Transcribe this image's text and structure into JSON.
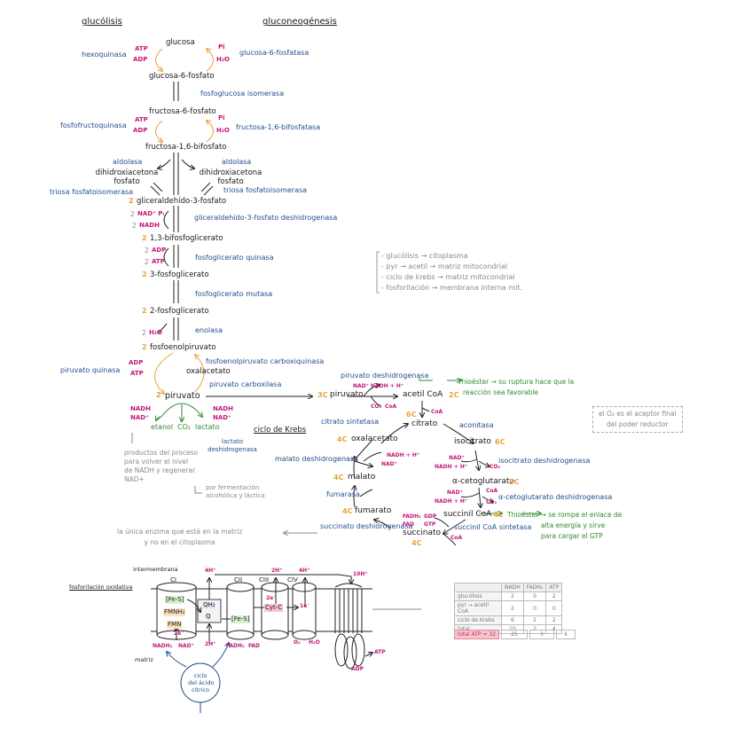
{
  "headers": {
    "glycolysis": "glucólisis",
    "gluconeogenesis": "gluconeogénesis"
  },
  "glycolysis": {
    "metabolites": [
      "glucosa",
      "glucosa-6-fosfato",
      "fructosa-6-fosfato",
      "fructosa-1,6-bifosfato",
      "dihidroxiacetona fosfato",
      "dihidroxiacetona fosfato",
      "gliceraldehído-3-fosfato",
      "1,3-bifosfoglicerato",
      "3-fosfoglicerato",
      "2-fosfoglicerato",
      "fosfoenolpiruvato",
      "oxalacetato",
      "piruvato"
    ],
    "enzymes": {
      "hexoquinasa": "hexoquinasa",
      "glucosa6fosfatasa": "glucosa-6-fosfatasa",
      "fosfoglucosa_isomerasa": "fosfoglucosa isomerasa",
      "fosfofructoquinasa": "fosfofructoquinasa",
      "fructosa16bisfosfatasa": "fructosa-1,6-bifosfatasa",
      "aldolasa": "aldolasa",
      "triosa_isomerasa": "triosa fosfatoisomerasa",
      "gapdh": "gliceraldehído-3-fosfato deshidrogenasa",
      "pgk": "fosfoglicerato quinasa",
      "pgm": "fosfoglicerato mutasa",
      "enolasa": "enolasa",
      "pepck": "fosfoenolpiruvato carboxiquinasa",
      "piruvato_quinasa": "piruvato quinasa",
      "piruvato_carboxilasa": "piruvato carboxilasa",
      "lactato_dh": "lactato deshidrogenasa"
    },
    "cofactors": {
      "atp": "ATP",
      "adp": "ADP",
      "pi": "Pi",
      "h2o": "H₂O",
      "nad_pi": "NAD⁺ Pᵢ",
      "nadh": "NADH",
      "nadp": "NAD⁺",
      "two": "2"
    },
    "fermentation": {
      "ethanol": "etanol",
      "co2": "CO₂",
      "lactate": "lactato"
    },
    "notes": {
      "products": [
        "productos del proceso",
        "para volver el nivel",
        "de NADH y regenerar",
        "NAD+"
      ],
      "fermentation": [
        "por fermentación",
        "alcohólica y láctica"
      ]
    }
  },
  "location_notes": [
    "- glucólisis → citoplasma",
    "- pyr → acetil → matriz mitocondrial",
    "- ciclo de krebs → matriz mitocondrial",
    "- fosforilación → membrana interna mit."
  ],
  "o2_note": [
    "el O₂ es el aceptor final",
    "del poder reductor"
  ],
  "krebs": {
    "title": "ciclo de Krebs",
    "metabolites": {
      "piruvato": "piruvato",
      "acetil": "acetil CoA",
      "citrato": "citrato",
      "isocitrato": "isocitrato",
      "akg": "α-cetoglutarato",
      "succoa": "succinil CoA",
      "succinato": "succinato",
      "fumarato": "fumarato",
      "malato": "malato",
      "oxalacetato": "oxalacetato"
    },
    "carbons": {
      "piruvato": "3C",
      "acetil": "2C",
      "citrato": "6C",
      "isocitrato": "6C",
      "akg": "5C",
      "succoa": "4C",
      "succinato": "4C",
      "fumarato": "4C",
      "malato": "4C",
      "oxalacetato": "4C"
    },
    "enzymes": {
      "pdh": "piruvato deshidrogenasa",
      "cs": "citrato sintetasa",
      "acon": "aconitasa",
      "idh": "isocitrato deshidrogenasa",
      "akgdh": "α-cetoglutarato deshidrogenasa",
      "scs": "succinil CoA sintetasa",
      "sdh": "succinato deshidrogenasa",
      "fum": "fumarasa",
      "mdh": "malato deshidrogenasa"
    },
    "cofactors": {
      "nad": "NAD⁺",
      "nadh": "NADH + H⁺",
      "co2": "CO₂",
      "coa": "CoA",
      "fadh2": "FADH₂",
      "fad": "FAD",
      "gdp": "GDP",
      "gtp": "GTP"
    },
    "notes": {
      "acetil": [
        "Thioéster → su ruptura hace que la",
        "reacción sea favorable"
      ],
      "succoa": [
        "Thioéster → se rompe el enlace de",
        "alta energía y sirve",
        "para cargar el GTP"
      ],
      "sdh": [
        "la única enzima que está en la matriz",
        "y no en el citoplasma"
      ]
    }
  },
  "etc": {
    "title": "fosforilación oxidativa",
    "intermembrana": "intermembrana",
    "matriz": "matriz",
    "complexes": [
      "CI",
      "CII",
      "CIII",
      "CIV"
    ],
    "labels": {
      "fes1": "[Fe-S]",
      "fmnh2": "FMNH₂",
      "fmn": "FMN",
      "qh2": "QH₂",
      "q": "Q",
      "fes2": "[Fe-S]",
      "cytc": "Cyt-C",
      "e2a": "2e⁻",
      "e2b": "2e⁻",
      "e1": "1e⁻"
    },
    "protons": {
      "ci": "4H⁺",
      "ciii": "2H⁺",
      "civ": "4H⁺",
      "atpsyn": "10H⁺",
      "q": "2H⁺"
    },
    "substrates": {
      "nadh": "NADH₂",
      "nad": "NAD⁺",
      "fadh2": "FADH₂",
      "fad": "FAD",
      "o2": "O₂",
      "h2o": "H₂O",
      "atp": "ATP",
      "adp": "ADP"
    },
    "cycle": [
      "ciclo",
      "del ácido",
      "cítrico"
    ]
  },
  "summary": {
    "columns": [
      "",
      "NADH",
      "FADH₂",
      "ATP"
    ],
    "rows": [
      {
        "label": "glucólisis",
        "nadh": "2",
        "fadh2": "0",
        "atp": "2"
      },
      {
        "label": "pyr → acetil CoA",
        "nadh": "2",
        "fadh2": "0",
        "atp": "0"
      },
      {
        "label": "ciclo de Krebs",
        "nadh": "6",
        "fadh2": "2",
        "atp": "2"
      },
      {
        "label": "total",
        "nadh": "10",
        "fadh2": "2",
        "atp": "4"
      }
    ],
    "total_label": "total ATP = 32",
    "total_values": [
      "25",
      "3",
      "4"
    ]
  }
}
